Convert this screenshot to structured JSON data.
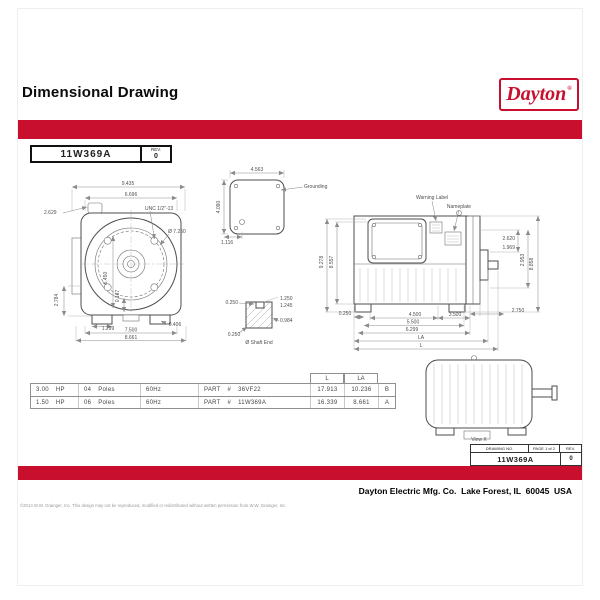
{
  "colors": {
    "red": "#C8102E"
  },
  "header": {
    "title": "Dimensional Drawing",
    "brand": "Dayton",
    "brand_reg": "®"
  },
  "sheet": {
    "part_number": "11W369A",
    "rev_label": "REV.",
    "rev_value": "0"
  },
  "dims": {
    "fv_width": "9.435",
    "fv_width2": "6.696",
    "fv_tap": "UNC 1/2\"-13",
    "fv_bolt_circle": "Ø 7.250",
    "fv_left_top": "2.629",
    "fv_left_bottom": "2.784",
    "fv_center_v1": "6.450",
    "fv_center_v2": "0.167",
    "fv_bottom1": "1.299",
    "fv_bottom2": "7.500",
    "fv_bottom3": "8.661",
    "fv_bottom4": "0.406",
    "gb_width": "4.563",
    "gb_height": "4.090",
    "gb_offset": "1.116",
    "gb_label": "Grounding",
    "sv_warning": "Warning Label",
    "sv_nameplate": "Nameplate",
    "sv_height1": "9.278",
    "sv_height2": "8.557",
    "sv_right1": "2.620",
    "sv_right2": "1.969",
    "sv_right3": "2.953",
    "sv_right4": "8.858",
    "sv_foot": "0.250",
    "sv_len1": "4.500",
    "sv_len2": "5.500",
    "sv_len3": "6.299",
    "sv_len4": "3.500",
    "sv_len5": "2.750",
    "sv_la": "LA",
    "sv_l": "L",
    "sd_key_w": "0.250",
    "sd_d1": "1.250",
    "sd_d2": "1.245",
    "sd_d3": "0.984",
    "sd_key_h": "0.250",
    "sd_caption": "Ø Shaft End",
    "vx_caption": "View  X"
  },
  "table": {
    "headers": {
      "l": "L",
      "la": "LA"
    },
    "rows": [
      {
        "hp": "3.00 HP",
        "poles": "04 Poles",
        "hz": "60Hz",
        "part": "PART # 36VF22",
        "l": "17.913",
        "la": "10.236",
        "code": "B"
      },
      {
        "hp": "1.50 HP",
        "poles": "06 Poles",
        "hz": "60Hz",
        "part": "PART # 11W369A",
        "l": "16.339",
        "la": "8.661",
        "code": "A"
      }
    ]
  },
  "title_block": {
    "drawing_no_label": "DRAWING NO.",
    "drawing_no": "11W369A",
    "page_label": "PAGE 1 of 2",
    "rev_label": "REV.",
    "rev_value": "0"
  },
  "footer": {
    "company": "Dayton Electric Mfg. Co.  Lake Forest, IL  60045  USA",
    "copyright": "©2013 W.W. Grainger, Inc.   This design may not be reproduced, modified or redistributed without written permission from W.W. Grainger, Inc."
  }
}
